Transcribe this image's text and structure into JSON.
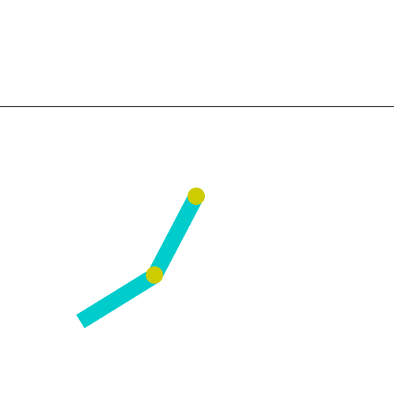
{
  "scene": {
    "environment": "acrobot",
    "background_color": "#ffffff",
    "target_line_color": "#000000",
    "link_color": "#00cccc",
    "joint_color": "#cccc00",
    "links": [
      {
        "name": "link-1",
        "segment": "base-to-elbow"
      },
      {
        "name": "link-2",
        "segment": "elbow-to-tip"
      }
    ],
    "joints": [
      {
        "name": "elbow-joint"
      },
      {
        "name": "tip-joint"
      }
    ]
  }
}
